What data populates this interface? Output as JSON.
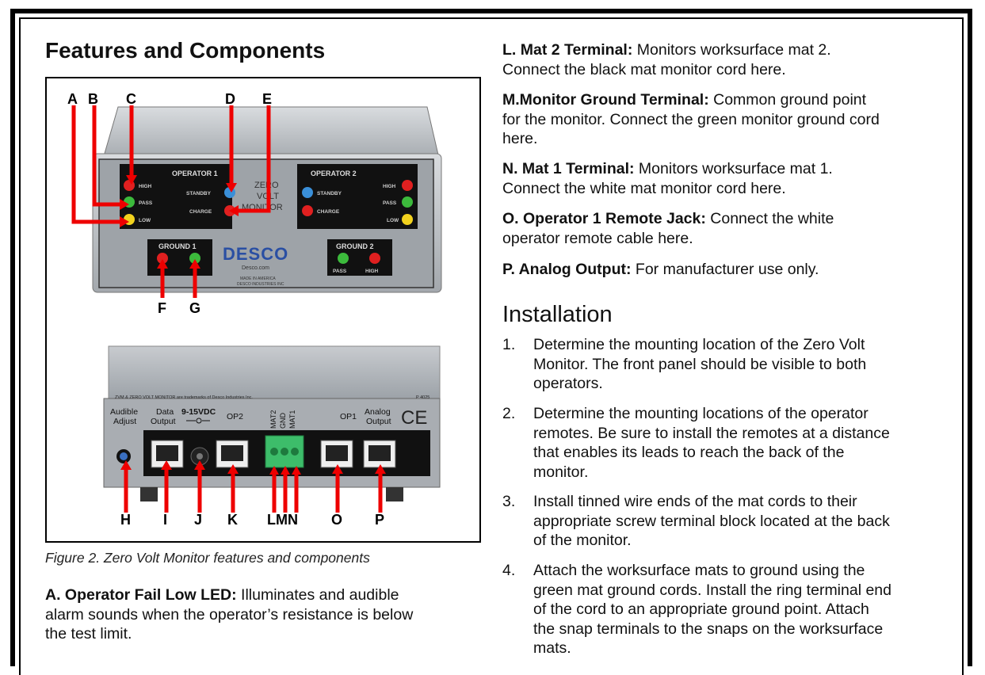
{
  "headings": {
    "features": "Features and Components",
    "installation": "Installation"
  },
  "figure": {
    "caption": "Figure 2. Zero Volt Monitor features and components",
    "front": {
      "operator1": "OPERATOR 1",
      "operator2": "OPERATOR 2",
      "zero": "ZERO",
      "volt": "VOLT",
      "monitor": "MONITOR",
      "high": "HIGH",
      "pass": "PASS",
      "low": "LOW",
      "standby": "STANDBY",
      "charge": "CHARGE",
      "ground1": "GROUND 1",
      "ground2": "GROUND 2",
      "brand": "DESCO",
      "brand_sub": "Desco.com",
      "made_line1": "MADE IN AMERICA",
      "made_line2": "DESCO INDUSTRIES INC"
    },
    "back": {
      "trademark": "ZVM & ZERO VOLT MONITOR are trademarks of Desco Industries Inc.",
      "partno": "P 4025",
      "audible": "Audible",
      "adjust": "Adjust",
      "data": "Data",
      "output": "Output",
      "voltage": "9-15VDC",
      "op2": "OP2",
      "mat2": "MAT2",
      "gnd": "GND",
      "mat1": "MAT1",
      "op1": "OP1",
      "analog": "Analog",
      "analog_output": "Output",
      "ce": "CE"
    },
    "letters": {
      "A": "A",
      "B": "B",
      "C": "C",
      "D": "D",
      "E": "E",
      "F": "F",
      "G": "G",
      "H": "H",
      "I": "I",
      "J": "J",
      "K": "K",
      "LMN": "LMN",
      "O": "O",
      "P": "P"
    }
  },
  "left_items": [
    {
      "label": "A. Operator Fail Low LED:",
      "text_line1": " Illuminates and audible",
      "text_line2": "alarm sounds when the operator’s resistance is below",
      "text_line3": "the test limit."
    }
  ],
  "right_items": [
    {
      "label": "L. Mat 2 Terminal:",
      "text_line1": " Monitors worksurface mat 2.",
      "text_line2": "Connect the black mat monitor cord here."
    },
    {
      "label": "M.Monitor Ground Terminal:",
      "text_line1": " Common ground point",
      "text_line2": "for the monitor. Connect the green monitor ground cord",
      "text_line3": "here."
    },
    {
      "label": "N. Mat 1 Terminal:",
      "text_line1": " Monitors worksurface mat 1.",
      "text_line2": "Connect the white mat monitor cord here."
    },
    {
      "label": "O. Operator 1 Remote Jack:",
      "text_line1": " Connect the white",
      "text_line2": "operator remote cable here."
    },
    {
      "label": "P. Analog Output:",
      "text_line1": " For manufacturer use only."
    }
  ],
  "installation_steps": [
    {
      "num": "1.",
      "lines": [
        "Determine the mounting location of the Zero Volt",
        "Monitor. The front panel should be visible to both",
        "operators."
      ]
    },
    {
      "num": "2.",
      "lines": [
        "Determine the mounting locations of the operator",
        "remotes. Be sure to install the remotes at a distance",
        "that enables its leads to reach the back of the",
        "monitor."
      ]
    },
    {
      "num": "3.",
      "lines": [
        "Install tinned wire ends of the mat cords to their",
        "appropriate screw terminal block located at the back",
        "of the monitor."
      ]
    },
    {
      "num": "4.",
      "lines": [
        "Attach the worksurface mats to ground using the",
        "green mat ground cords. Install the ring terminal end",
        "of the cord to an appropriate ground point. Attach",
        "the snap terminals to the snaps on the worksurface",
        "mats."
      ]
    }
  ],
  "colors": {
    "arrow": "#ee0000",
    "led_red": "#e02020",
    "led_green": "#3cba3c",
    "led_yellow": "#f2d21e",
    "led_blue": "#3a8fd8",
    "brand_blue": "#2a4fa3",
    "panel": "#9ea3a8",
    "case": "#b9bdc1"
  }
}
